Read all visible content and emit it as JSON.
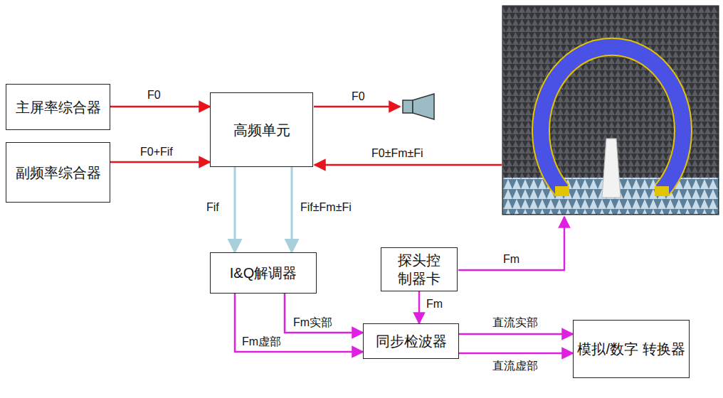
{
  "diagram": {
    "nodes": [
      {
        "text": [
          "主屏率综合器"
        ]
      },
      {
        "text": [
          "副频率综合器"
        ]
      },
      {
        "text": [
          "高频单元"
        ]
      },
      {
        "text": [
          "I&Q解调器"
        ]
      },
      {
        "text": [
          "探头控制器卡"
        ]
      },
      {
        "text": [
          "同步检波器"
        ]
      },
      {
        "text": [
          "模拟/数字 转换器"
        ]
      }
    ],
    "edges": [
      {
        "from": 0,
        "to": 2,
        "arrow": "to",
        "label": "F0"
      },
      {
        "from": 1,
        "to": 2,
        "arrow": "to",
        "label": "F0+Fif"
      },
      {
        "from": 2,
        "to": 3,
        "arrow": "to",
        "label": "Fif"
      },
      {
        "from": 2,
        "to": 3,
        "arrow": "to",
        "label": "Fif±Fm±Fi"
      },
      {
        "from": 3,
        "to": 5,
        "arrow": "to",
        "label": "Fm实部"
      },
      {
        "from": 3,
        "to": 5,
        "arrow": "to",
        "label": "Fm虚部"
      },
      {
        "from": 4,
        "to": 5,
        "arrow": "to",
        "label": "Fm"
      },
      {
        "from": 5,
        "to": 6,
        "arrow": "to",
        "label": "直流实部"
      },
      {
        "from": 5,
        "to": 6,
        "arrow": "to",
        "label": "直流虚部"
      }
    ],
    "labels": [
      "F0",
      "F0±Fm±Fi",
      "Fm"
    ]
  }
}
